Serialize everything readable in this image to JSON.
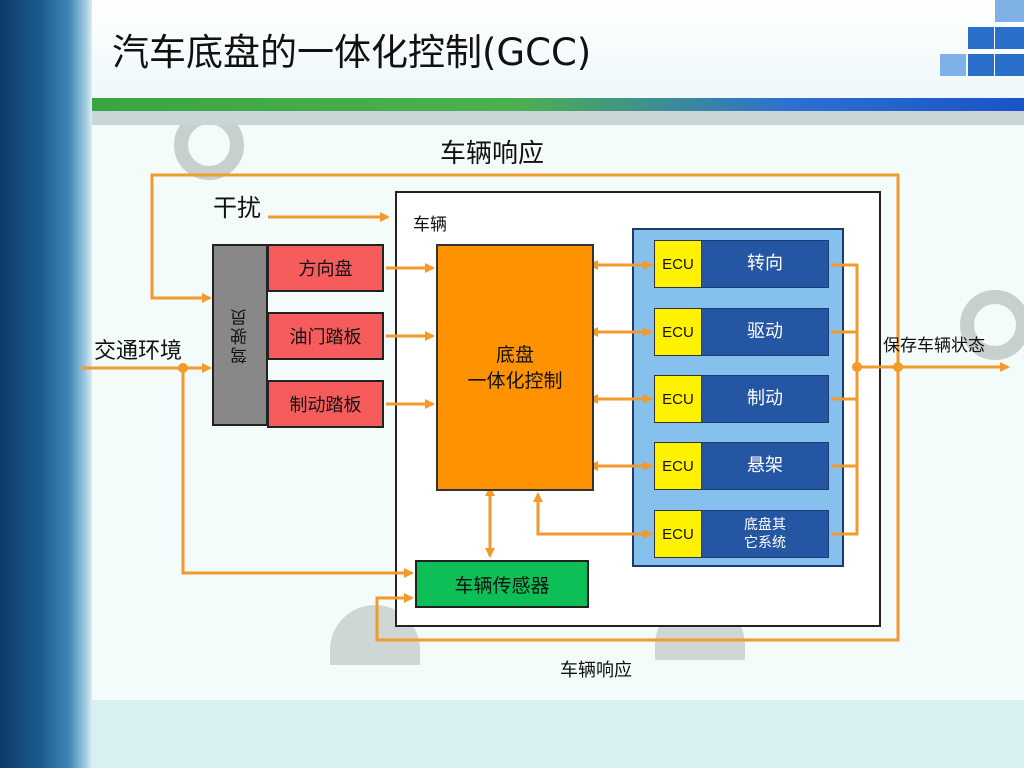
{
  "slide": {
    "title": "汽车底盘的一体化控制(GCC)"
  },
  "diagram": {
    "vehicle_response_top": "车辆响应",
    "vehicle_response_bottom": "车辆响应",
    "disturbance": "干扰",
    "traffic_env": "交通环境",
    "vehicle_label": "车辆",
    "driver": "驾驶员",
    "inputs": [
      "方向盘",
      "油门踏板",
      "制动踏板"
    ],
    "controller": [
      "底盘",
      "一体化控制"
    ],
    "ecu_label": "ECU",
    "subsystems": [
      {
        "name": "转向"
      },
      {
        "name": "驱动"
      },
      {
        "name": "制动"
      },
      {
        "name": "悬架"
      },
      {
        "name": "底盘其\n它系统"
      }
    ],
    "sensors": "车辆传感器",
    "save_state": "保存车辆状态",
    "colors": {
      "wire": "#f39a2c",
      "driver_box": "#888888",
      "input_box": "#f65c5c",
      "controller": "#ff9200",
      "ecu": "#fff200",
      "subsystem": "#2456a4",
      "subsystem_panel": "#86c1ee",
      "sensor_box": "#0dbf57"
    }
  }
}
